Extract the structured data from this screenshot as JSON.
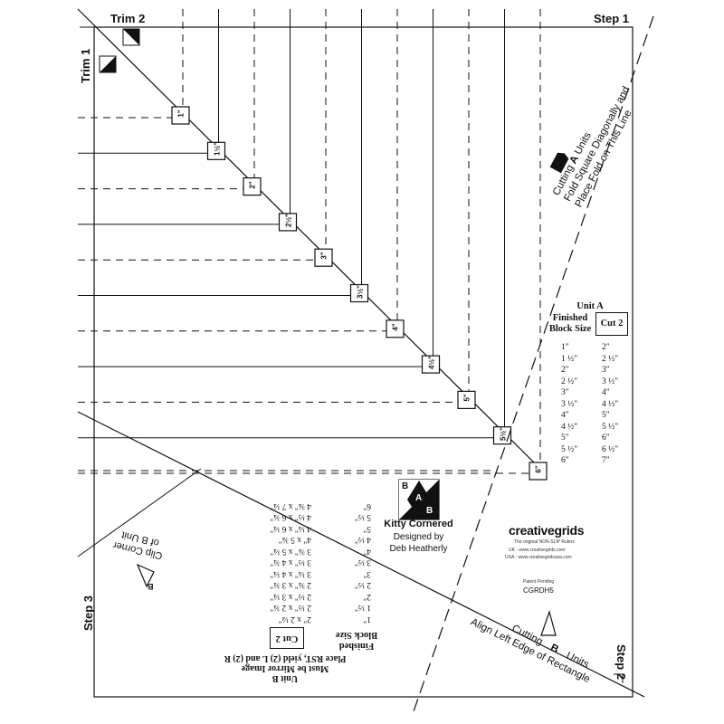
{
  "steps": {
    "step1": "Step 1",
    "step2": "Step 2",
    "step3": "Step 3"
  },
  "trims": {
    "trim1": "Trim 1",
    "trim2": "Trim 2"
  },
  "size_markers": [
    "1\"",
    "1½\"",
    "2\"",
    "2½\"",
    "3\"",
    "3½\"",
    "4\"",
    "4½\"",
    "5\"",
    "5½\"",
    "6\""
  ],
  "unit_a_label": {
    "line1": "Cutting",
    "letter": "A",
    "units": "Units",
    "line2": "Fold Square Diagonally and",
    "line3": "Place Fold on This Line"
  },
  "unit_a_table": {
    "title": "Unit A",
    "finished_header": [
      "Finished",
      "Block Size"
    ],
    "cut_header": "Cut 2",
    "finished": [
      "1\"",
      "1 ½\"",
      "2\"",
      "2 ½\"",
      "3\"",
      "3 ½\"",
      "4\"",
      "4 ½\"",
      "5\"",
      "5 ½\"",
      "6\""
    ],
    "cut": [
      "2\"",
      "2 ½\"",
      "3\"",
      "3 ½\"",
      "4\"",
      "4 ½\"",
      "5\"",
      "5 ½\"",
      "6\"",
      "6 ½\"",
      "7\""
    ]
  },
  "block": {
    "letters": [
      "B",
      "A",
      "B"
    ],
    "name": "Kitty Cornered",
    "designed_by": "Designed by",
    "designer": "Deb Heatherly"
  },
  "brand": {
    "name_part1": "creative",
    "name_part2": "grids",
    "tagline": "The original NON-SLIP Rulers",
    "uk": "UK - www.creativegrids.com",
    "usa": "USA - www.creativegridsusa.com",
    "patent": "Patent Pending",
    "code": "CGRDH5"
  },
  "clip": {
    "line1": "Clip Corner",
    "line2": "of B Unit",
    "letter": "B"
  },
  "unit_b_label": {
    "line1": "Cutting",
    "letter": "B",
    "units": "Units",
    "line2": "Align Left Edge of Rectangle"
  },
  "unit_b_table": {
    "title": "Unit B",
    "subtitle1": "Must be Mirror Image",
    "subtitle2": "Place RST, yield (2) L and (2) R",
    "finished_header": [
      "Finished",
      "Block Size"
    ],
    "cut_header": "Cut 2",
    "finished": [
      "1\"",
      "1 ½\"",
      "2\"",
      "2 ½\"",
      "3\"",
      "3 ½\"",
      "4\"",
      "4 ½\"",
      "5\"",
      "5 ½\"",
      "6\""
    ],
    "cut": [
      "2\" x 2 ¼\"",
      "2 ½\" x 2 ¾\"",
      "2 ½\" x 3 ¼\"",
      "2 ¾\" x 3 ¾\"",
      "3 ¼\" x 4 ¼\"",
      "3 ½\" x 4 ¾\"",
      "3 ¾\" x 5 ¼\"",
      "4\" x 5 ¾\"",
      "4 ¼\" x 6 ¼\"",
      "4 ½\" x 6 ¾\"",
      "4 ¾\" x 7 ¼\""
    ]
  }
}
